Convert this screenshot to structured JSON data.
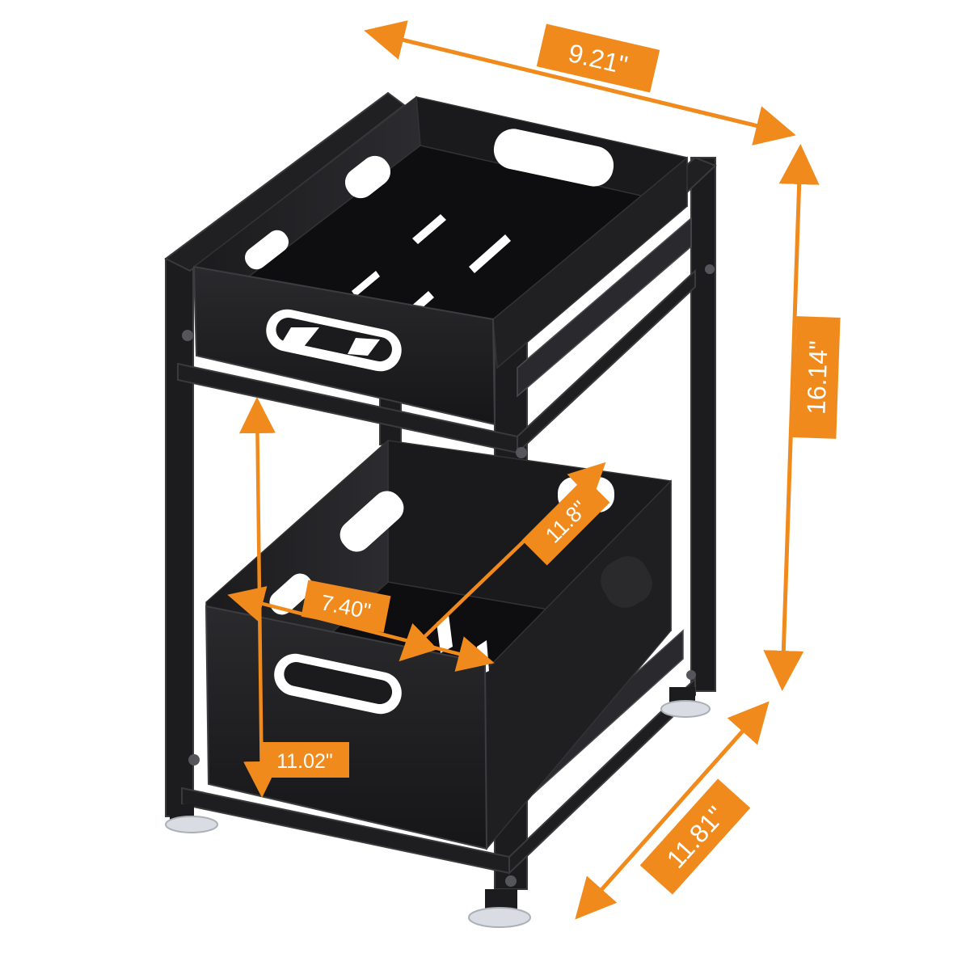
{
  "colors": {
    "accent": "#F08A1C",
    "frame": "#1c1c1e",
    "frame_edge": "#3a3a3d",
    "basket": "#111113",
    "basket_face": "#1a1a1c",
    "foot": "#d9dde3"
  },
  "dimensions": {
    "overall_width": "9.21\"",
    "overall_height": "16.14\"",
    "overall_depth": "11.81\"",
    "basket_depth": "11.8\"",
    "basket_width": "7.40\"",
    "inner_height": "11.02\""
  }
}
